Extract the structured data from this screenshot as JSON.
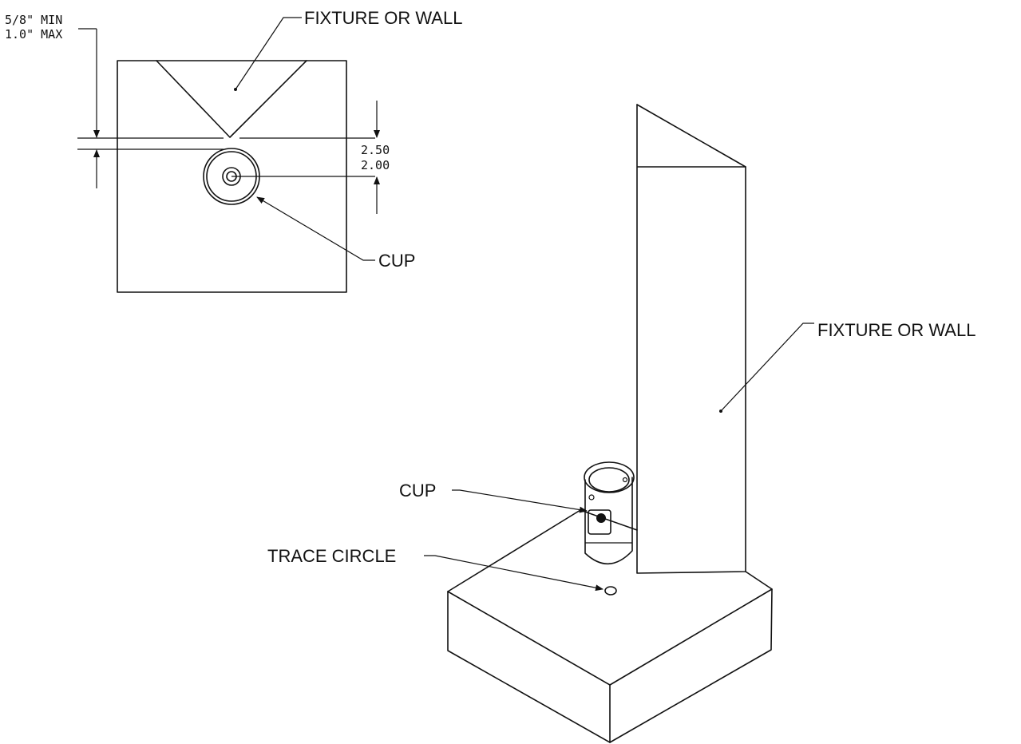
{
  "plan_view": {
    "fixture_label": "FIXTURE OR WALL",
    "cup_label": "CUP",
    "gap_min": "5/8\" MIN",
    "gap_max": "1.0\" MAX",
    "dim_outer": "2.50",
    "dim_inner": "2.00"
  },
  "iso_view": {
    "fixture_label": "FIXTURE OR WALL",
    "cup_label": "CUP",
    "trace_label": "TRACE CIRCLE"
  },
  "colors": {
    "line": "#111111",
    "background": "#ffffff"
  }
}
